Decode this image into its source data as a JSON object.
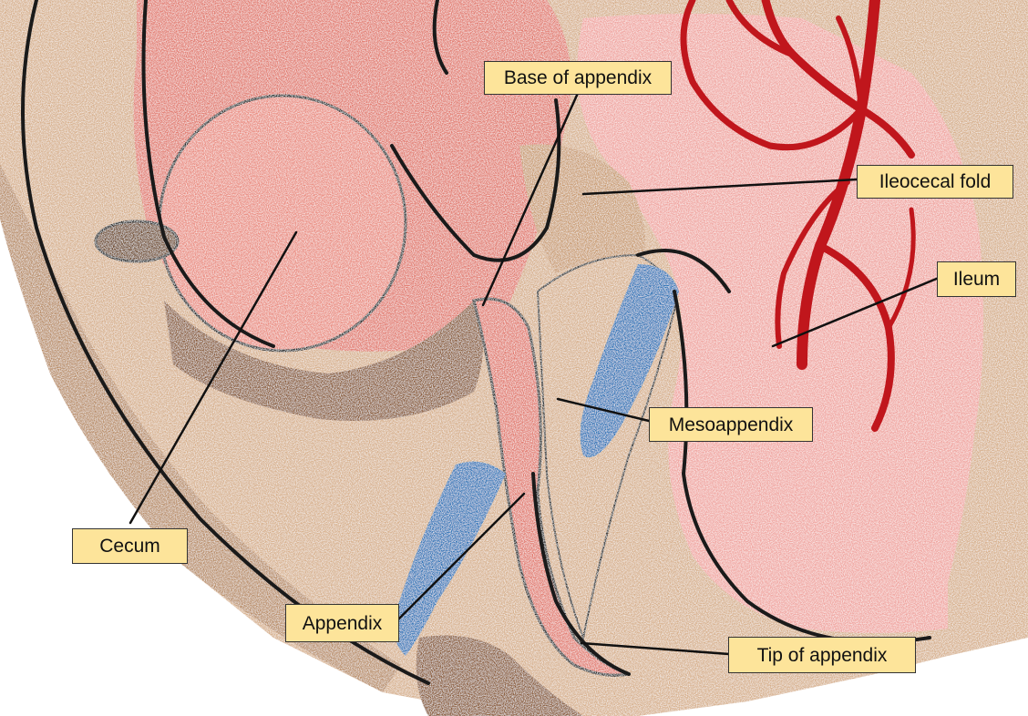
{
  "colors": {
    "cecum": "#e27a6e",
    "cecum_light": "#ea8c80",
    "ileum": "#f0a5a0",
    "mesentery_tan": "#d7b08c",
    "shadow_brown": "#8a5a35",
    "artery_red": "#c0161c",
    "vein_blue": "#2a74b8",
    "outline": "#1a1a1a",
    "label_fill": "#fde49a",
    "label_border": "#333333",
    "leader_line": "#111111"
  },
  "labels": {
    "base_of_appendix": "Base of appendix",
    "ileocecal_fold": "Ileocecal fold",
    "ileum": "Ileum",
    "mesoappendix": "Mesoappendix",
    "cecum": "Cecum",
    "appendix": "Appendix",
    "tip_of_appendix": "Tip of appendix"
  }
}
